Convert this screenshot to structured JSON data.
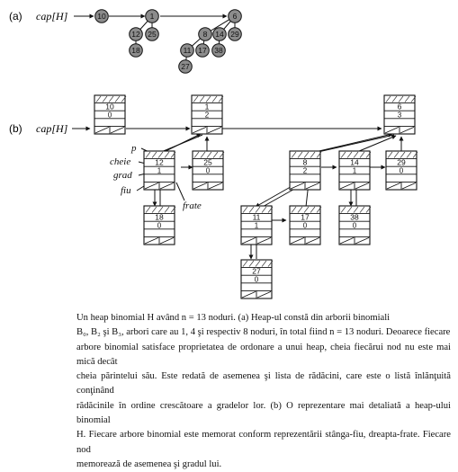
{
  "panel_a": {
    "label": "(a)",
    "head_label": "cap[H]",
    "nodes": [
      {
        "key": "10"
      },
      {
        "key": "1"
      },
      {
        "key": "12"
      },
      {
        "key": "25"
      },
      {
        "key": "18"
      },
      {
        "key": "6"
      },
      {
        "key": "8"
      },
      {
        "key": "14"
      },
      {
        "key": "29"
      },
      {
        "key": "11"
      },
      {
        "key": "17"
      },
      {
        "key": "38"
      },
      {
        "key": "27"
      }
    ]
  },
  "panel_b": {
    "label": "(b)",
    "head_label": "cap[H]",
    "field_labels": {
      "p": "p",
      "cheie": "cheie",
      "grad": "grad",
      "fiu": "fiu",
      "frate": "frate"
    },
    "nodes": [
      {
        "key": "10",
        "degree": "0"
      },
      {
        "key": "1",
        "degree": "2"
      },
      {
        "key": "6",
        "degree": "3"
      },
      {
        "key": "12",
        "degree": "1"
      },
      {
        "key": "25",
        "degree": "0"
      },
      {
        "key": "8",
        "degree": "2"
      },
      {
        "key": "14",
        "degree": "1"
      },
      {
        "key": "29",
        "degree": "0"
      },
      {
        "key": "18",
        "degree": "0"
      },
      {
        "key": "11",
        "degree": "1"
      },
      {
        "key": "17",
        "degree": "0"
      },
      {
        "key": "38",
        "degree": "0"
      },
      {
        "key": "27",
        "degree": "0"
      }
    ]
  },
  "caption": {
    "lines": [
      "Un heap binomial H având n = 13 noduri. (a) Heap-ul constă din arborii binomiali",
      "B₀, B₂ şi B₃, arbori care au 1, 4 şi respectiv 8 noduri, în total fiind n = 13 noduri. Deoarece fiecare",
      "arbore binomial satisface proprietatea de ordonare a unui heap, cheia fiecărui nod nu este mai mică decât",
      "cheia părintelui său. Este redată de asemenea şi lista de rădăcini, care este o listă înlănţuită conţinând",
      "rădăcinile în ordine crescătoare a gradelor lor. (b) O reprezentare mai detaliată a heap-ului binomial",
      "H. Fiecare arbore binomial este memorat conform reprezentării stânga-fiu, dreapta-frate. Fiecare nod",
      "memorează de asemenea şi gradul lui."
    ]
  }
}
